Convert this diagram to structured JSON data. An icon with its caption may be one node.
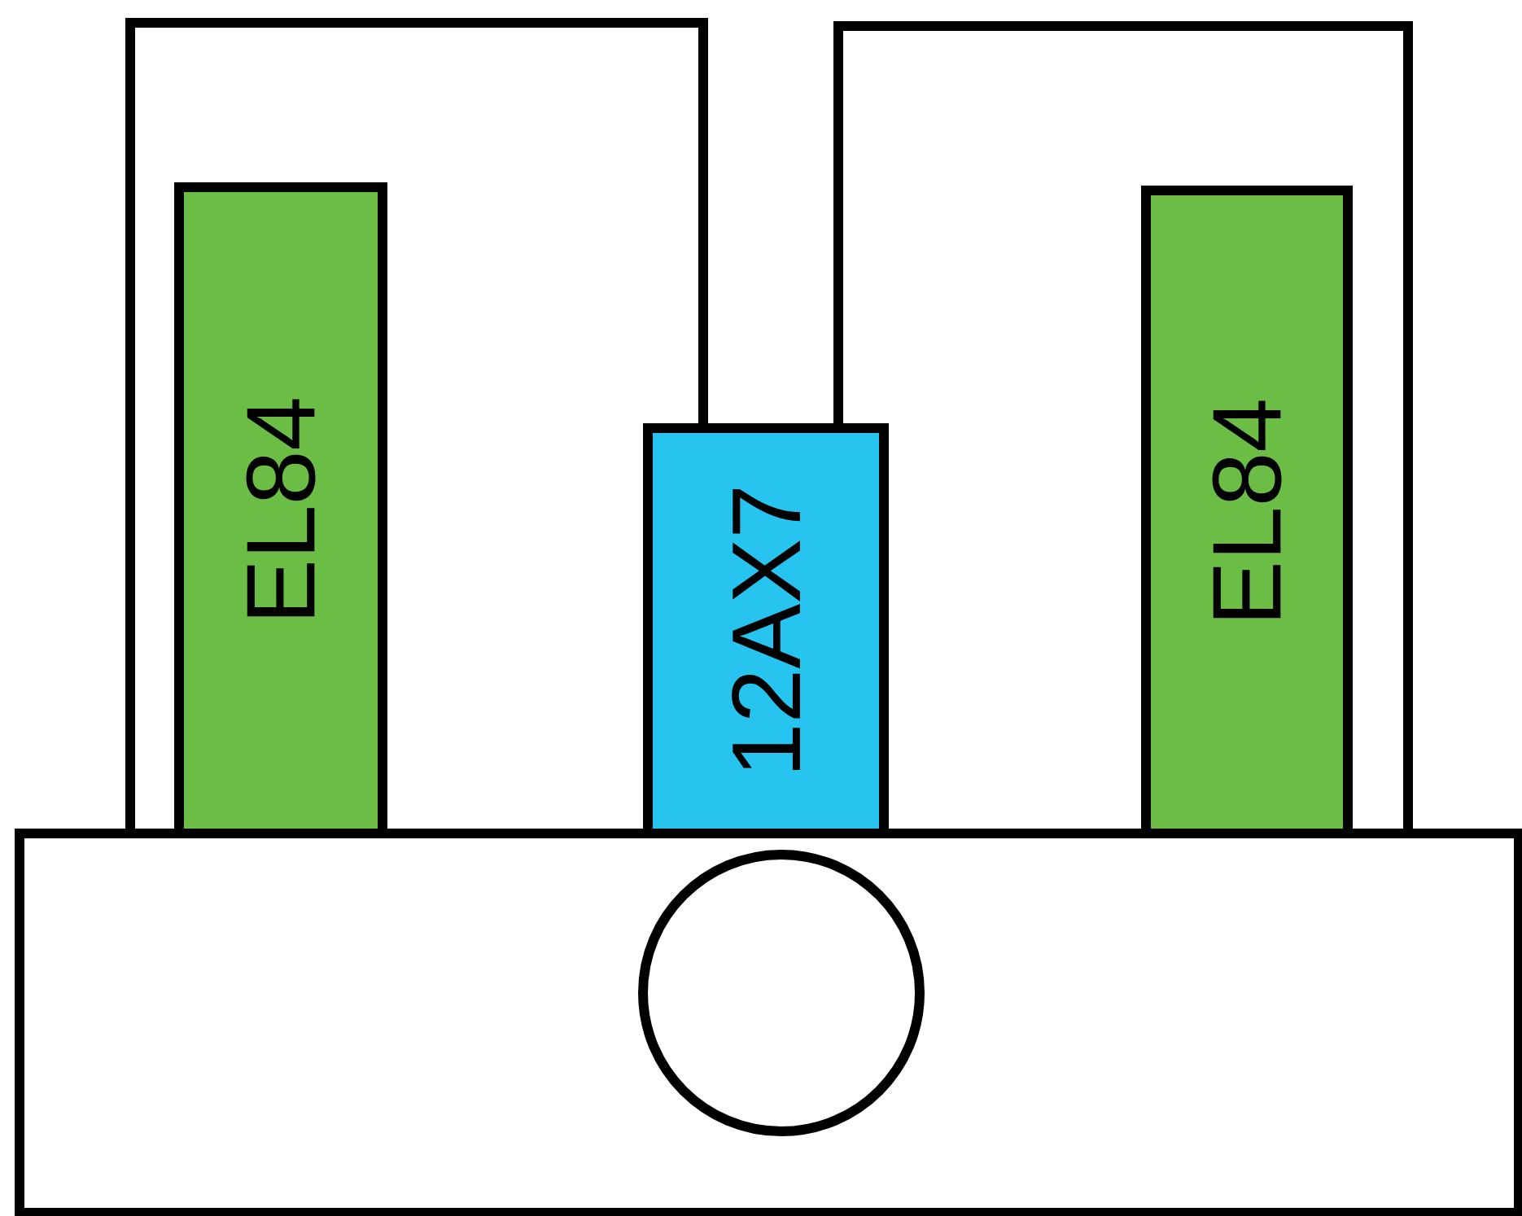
{
  "diagram": {
    "nodes": [
      {
        "text": [
          "EL84"
        ]
      },
      {
        "text": [
          "12AX7"
        ]
      },
      {
        "text": [
          "EL84"
        ]
      },
      {
        "text": [],
        "shape": "box"
      },
      {
        "text": [],
        "shape": "circle",
        "in": 3
      }
    ],
    "edges": [
      {
        "from": 3,
        "to": 1,
        "arrow": "none"
      },
      {
        "from": 1,
        "to": 3,
        "arrow": "none"
      }
    ]
  }
}
